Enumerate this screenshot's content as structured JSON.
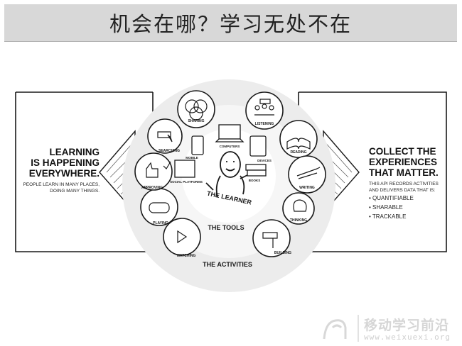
{
  "title": "机会在哪？学习无处不在",
  "left_panel": {
    "heading_lines": [
      "LEARNING",
      "IS HAPPENING",
      "EVERYWHERE."
    ],
    "sub_lines": [
      "PEOPLE LEARN IN MANY PLACES,",
      "DOING MANY THINGS."
    ]
  },
  "right_panel": {
    "heading_lines": [
      "COLLECT THE",
      "EXPERIENCES",
      "THAT MATTER."
    ],
    "sub_lines": [
      "THIS API RECORDS ACTIVITIES",
      "AND DELIVERS DATA THAT IS:"
    ],
    "bullets": [
      "• QUANTIFIABLE",
      "• SHARABLE",
      "• TRACKABLE"
    ]
  },
  "rings": {
    "learner": "THE LEARNER",
    "tools": "THE TOOLS",
    "activities": "THE ACTIVITIES"
  },
  "activities": [
    "SHARING",
    "LISTENING",
    "READING",
    "WRITING",
    "THINKING",
    "BUILDING",
    "WATCHING",
    "PLAYING",
    "APPROVING",
    "SEARCHING"
  ],
  "tools": [
    "MOBILE",
    "COMPUTERS",
    "DEVICES",
    "BOOKS",
    "SOCIAL PLATFORMS"
  ],
  "watermark": {
    "name": "移动学习前沿",
    "url": "www.weixuexi.org"
  }
}
